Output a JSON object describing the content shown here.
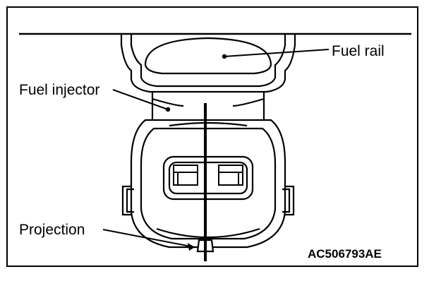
{
  "diagram": {
    "labels": {
      "fuel_rail": "Fuel rail",
      "fuel_injector": "Fuel injector",
      "projection": "Projection"
    },
    "figure_code": "AC506793AE"
  },
  "colors": {
    "line": "#000000",
    "background": "#ffffff"
  }
}
